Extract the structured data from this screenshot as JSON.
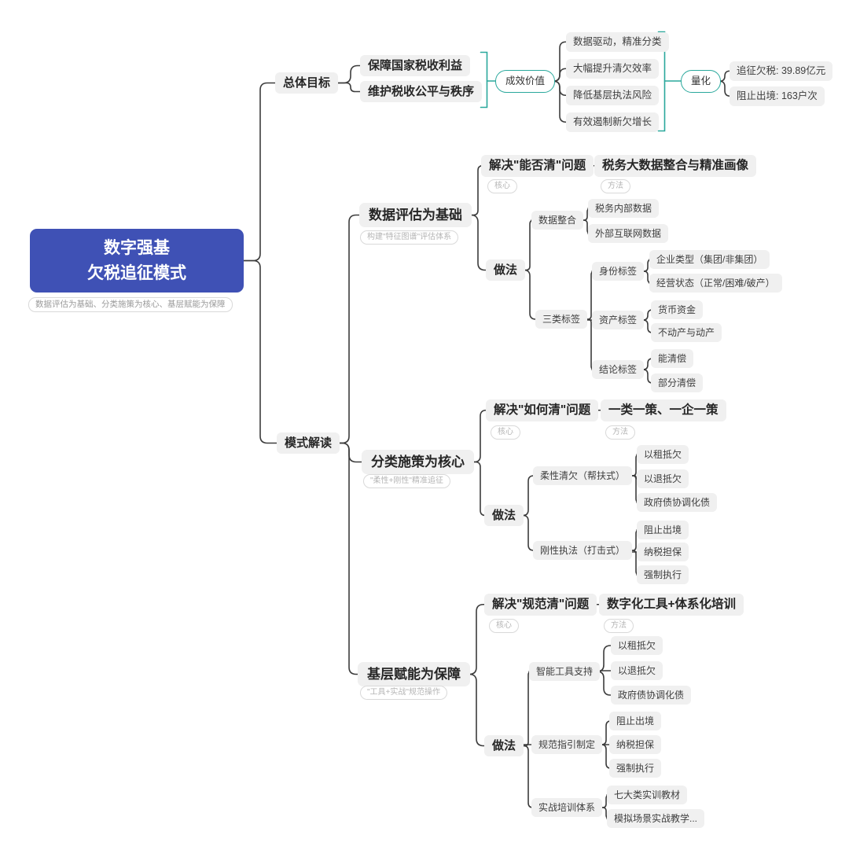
{
  "colors": {
    "root_bg": "#3f51b5",
    "accent": "#2aa89c",
    "pill_bg": "#f0f0f0",
    "line": "#3c3c3c"
  },
  "root": {
    "title_line1": "数字强基",
    "title_line2": "欠税追征模式",
    "subtitle": "数据评估为基础、分类施策为核心、基层赋能为保障"
  },
  "goals": {
    "label": "总体目标",
    "items": [
      "保障国家税收利益",
      "维护税收公平与秩序"
    ],
    "effect": {
      "label": "成效价值",
      "items": [
        "数据驱动，精准分类",
        "大幅提升清欠效率",
        "降低基层执法风险",
        "有效遏制新欠增长"
      ]
    },
    "quant": {
      "label": "量化",
      "items": [
        "追征欠税: 39.89亿元",
        "阻止出境: 163户次"
      ]
    }
  },
  "model": {
    "label": "模式解读",
    "sections": [
      {
        "title": "数据评估为基础",
        "note": "构建\"特征图谱\"评估体系",
        "problem": "解决\"能否清\"问题",
        "problem_tag": "核心",
        "method": "税务大数据整合与精准画像",
        "method_tag": "方法",
        "how": "做法",
        "groups": [
          {
            "label": "数据整合",
            "items": [
              "税务内部数据",
              "外部互联网数据"
            ]
          },
          {
            "label": "三类标签",
            "subgroups": [
              {
                "label": "身份标签",
                "items": [
                  "企业类型（集团/非集团）",
                  "经营状态（正常/困难/破产）"
                ]
              },
              {
                "label": "资产标签",
                "items": [
                  "货币资金",
                  "不动产与动产"
                ]
              },
              {
                "label": "结论标签",
                "items": [
                  "能清偿",
                  "部分清偿"
                ]
              }
            ]
          }
        ]
      },
      {
        "title": "分类施策为核心",
        "note": "\"柔性+刚性\"精准追征",
        "problem": "解决\"如何清\"问题",
        "problem_tag": "核心",
        "method": "一类一策、一企一策",
        "method_tag": "方法",
        "how": "做法",
        "groups": [
          {
            "label": "柔性清欠（帮扶式）",
            "items": [
              "以租抵欠",
              "以退抵欠",
              "政府债协调化债"
            ]
          },
          {
            "label": "刚性执法（打击式）",
            "items": [
              "阻止出境",
              "纳税担保",
              "强制执行"
            ]
          }
        ]
      },
      {
        "title": "基层赋能为保障",
        "note": "\"工具+实战\"规范操作",
        "problem": "解决\"规范清\"问题",
        "problem_tag": "核心",
        "method": "数字化工具+体系化培训",
        "method_tag": "方法",
        "how": "做法",
        "groups": [
          {
            "label": "智能工具支持",
            "items": [
              "以租抵欠",
              "以退抵欠",
              "政府债协调化债"
            ]
          },
          {
            "label": "规范指引制定",
            "items": [
              "阻止出境",
              "纳税担保",
              "强制执行"
            ]
          },
          {
            "label": "实战培训体系",
            "items": [
              "七大类实训教材",
              "模拟场景实战教学..."
            ]
          }
        ]
      }
    ]
  }
}
